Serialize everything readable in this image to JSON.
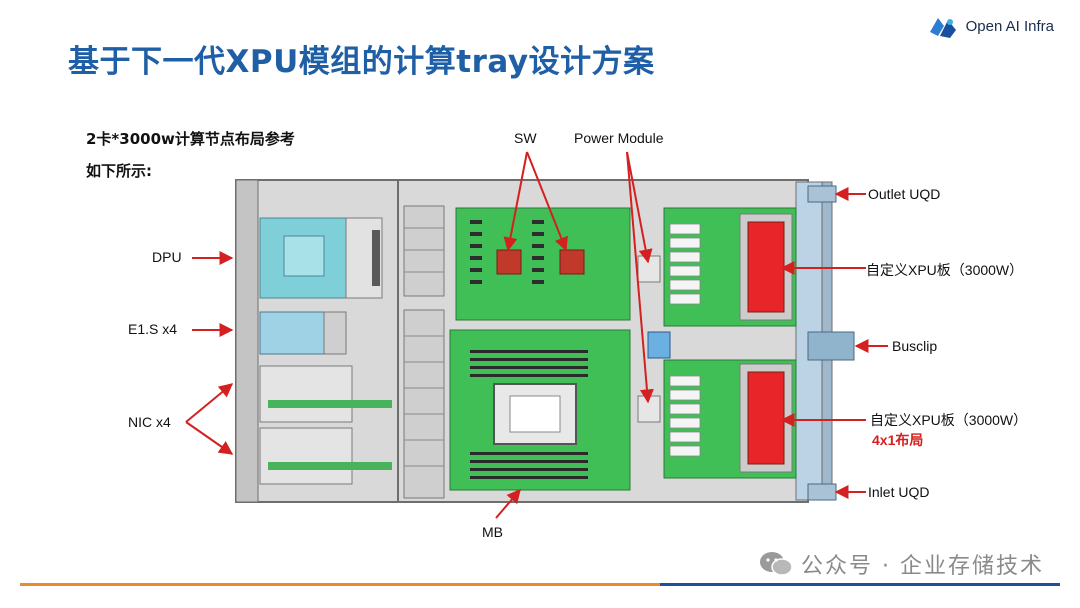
{
  "title": "基于下一代XPU模组的计算tray设计方案",
  "logo": {
    "text": "Open AI Infra"
  },
  "subtitle1": "2卡*3000w计算节点布局参考",
  "subtitle2": "如下所示:",
  "labels": {
    "dpu": "DPU",
    "e1s": "E1.S x4",
    "nic": "NIC x4",
    "sw": "SW",
    "power_module": "Power Module",
    "outlet": "Outlet UQD",
    "xpu_top": "自定义XPU板（3000W）",
    "busclip": "Busclip",
    "xpu_bottom": "自定义XPU板（3000W）",
    "layout": "4x1布局",
    "inlet": "Inlet UQD",
    "mb": "MB"
  },
  "watermark": "公众号 · 企业存储技术",
  "colors": {
    "title": "#1f5fa6",
    "arrow": "#d42020",
    "board": "#3fbf55",
    "xpu": "#e8262a"
  }
}
